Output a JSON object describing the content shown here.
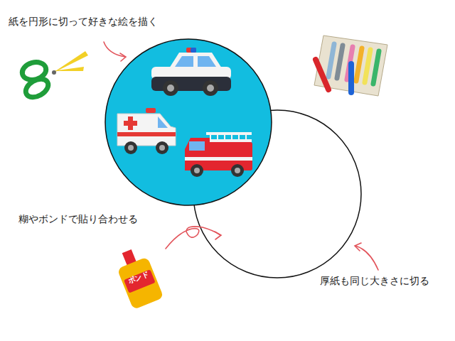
{
  "diagram": {
    "labels": [
      "紙を円形に切って好きな絵を描く",
      "糊やボンドで貼り合わせる",
      "厚紙も同じ大きさに切る",
      "ボンド"
    ]
  }
}
